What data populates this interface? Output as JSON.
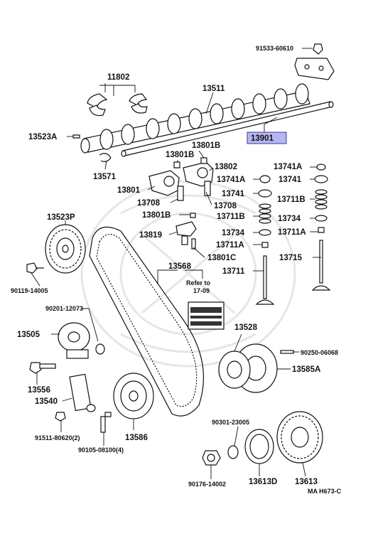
{
  "diagram": {
    "code": "MA H673-C",
    "refer_text_line1": "Refer to",
    "refer_text_line2": "17-09",
    "highlight_color": "#b7b7f0",
    "labels": {
      "p91533_60610": "91533-60610",
      "p11802": "11802",
      "p13511": "13511",
      "p13523A": "13523A",
      "p13901": "13901",
      "p13571": "13571",
      "p13801B_a": "13801B",
      "p13801B_b": "13801B",
      "p13802": "13802",
      "p13741A_a": "13741A",
      "p13741A_b": "13741A",
      "p13741": "13741",
      "p13801": "13801",
      "p13708_a": "13708",
      "p13708_b": "13708",
      "p13741_b": "13741",
      "p13711B_a": "13711B",
      "p13523P": "13523P",
      "p13801B_c": "13801B",
      "p13711B_b": "13711B",
      "p13734_a": "13734",
      "p13734_b": "13734",
      "p13711A_a": "13711A",
      "p13711A_b": "13711A",
      "p13819": "13819",
      "p13801C": "13801C",
      "p13568": "13568",
      "p13715": "13715",
      "p13711": "13711",
      "p90119_14005": "90119-14005",
      "p90201_12073": "90201-12073",
      "p13528": "13528",
      "p13505": "13505",
      "p90250_06068": "90250-06068",
      "p13585A": "13585A",
      "p13556": "13556",
      "p13540": "13540",
      "p90301_23005": "90301-23005",
      "p91511_80620": "91511-80620(2)",
      "p13586": "13586",
      "p90105_08100": "90105-08100(4)",
      "p90176_14002": "90176-14002",
      "p13613D": "13613D",
      "p13613": "13613"
    }
  }
}
